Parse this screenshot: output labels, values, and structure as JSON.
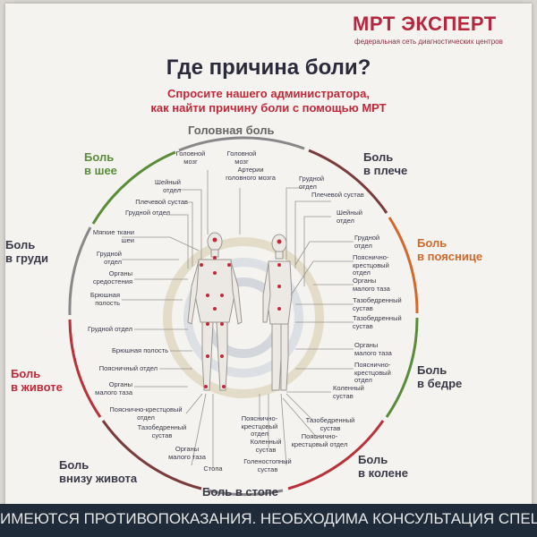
{
  "logo": {
    "title": "МРТ ЭКСПЕРТ",
    "subtitle": "федеральная сеть диагностических центров"
  },
  "title": "Где причина боли?",
  "subtitle_line1": "Спросите нашего администратора,",
  "subtitle_line2": "как найти причину боли с помощью МРТ",
  "regions": {
    "head": "Головная боль",
    "neck": [
      "Боль",
      "в шее"
    ],
    "shoulder": [
      "Боль",
      "в плече"
    ],
    "chest": [
      "Боль",
      "в груди"
    ],
    "lowerback": [
      "Боль",
      "в пояснице"
    ],
    "abdomen": [
      "Боль",
      "в животе"
    ],
    "hip": [
      "Боль",
      "в бедре"
    ],
    "lowerabdomen": [
      "Боль",
      "внизу живота"
    ],
    "knee": [
      "Боль",
      "в колене"
    ],
    "foot": "Боль в стопе"
  },
  "labels": {
    "head_brain": "Головной мозг",
    "head_arteries": "Артерии головного мозга",
    "neck_brain": "Головной мозг",
    "neck_cervical": "Шейный отдел",
    "neck_shoulder_joint": "Плечевой сустав",
    "neck_thoracic": "Грудной отдел",
    "shoulder_thoracic": "Грудной отдел",
    "shoulder_joint": "Плечевой сустав",
    "shoulder_cervical": "Шейный отдел",
    "chest_soft": "Мягкие ткани шеи",
    "chest_thoracic": "Грудной отдел",
    "chest_mediastinum": "Органы средостения",
    "chest_abdomen": "Брюшная полость",
    "lb_thoracic": "Грудной отдел",
    "lb_lumbosacral": "Пояснично-крестцовый отдел",
    "lb_pelvic": "Органы малого таза",
    "lb_hipjoint": "Тазобедренный сустав",
    "ab_thoracic": "Грудной отдел",
    "ab_abdomen": "Брюшная полость",
    "ab_lumbar": "Поясничный отдел",
    "ab_pelvic": "Органы малого таза",
    "hip_hipjoint": "Тазобедренный сустав",
    "hip_pelvic": "Органы малого таза",
    "hip_lumbosacral": "Пояснично-крестцовый отдел",
    "hip_knee": "Коленный сустав",
    "la_lumbosacral": "Пояснично-крестцовый отдел",
    "la_hipjoint": "Тазобедренный сустав",
    "la_pelvic": "Органы малого таза",
    "foot_ankle": "Стопа",
    "foot_lumbosacral": "Пояснично-крестцовый отдел",
    "foot_knee": "Коленный сустав",
    "foot_ankle2": "Голеностопный сустав",
    "knee_hipjoint": "Тазобедренный сустав",
    "knee_lumbosacral": "Пояснично-крестцовый отдел"
  },
  "footer": "ИМЕЮТСЯ ПРОТИВОПОКАЗАНИЯ. НЕОБХОДИМА КОНСУЛЬТАЦИЯ СПЕЦИАЛИСТА.",
  "colors": {
    "brand": "#b5273e",
    "green": "#5b8c3a",
    "red": "#b8323a",
    "orange": "#d0692c",
    "brown": "#7a3b3b",
    "grey": "#888888"
  }
}
